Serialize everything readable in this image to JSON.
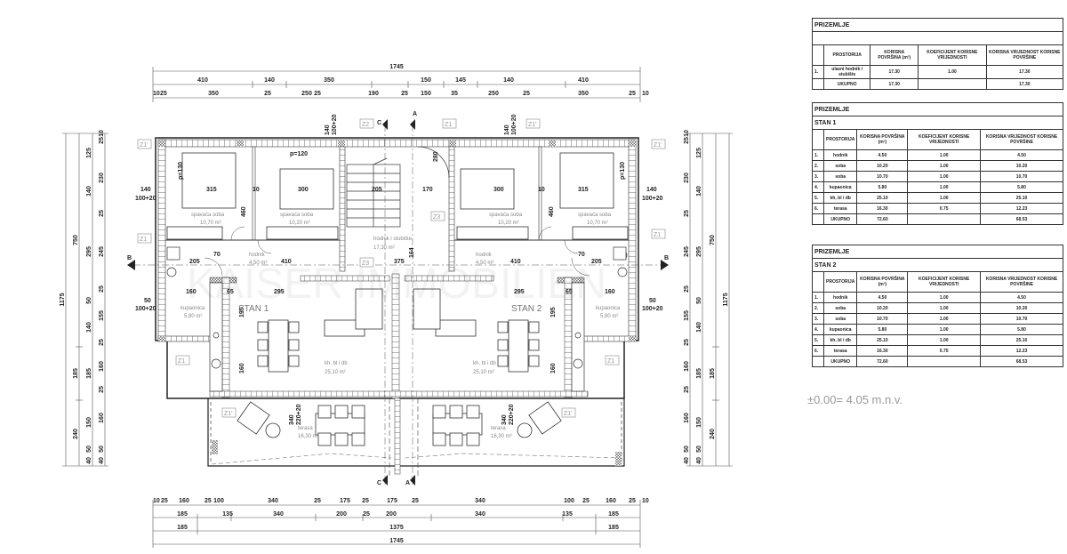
{
  "drawing": {
    "top_dimensions": {
      "overall": "1745",
      "row2": [
        "410",
        "140",
        "350",
        "150",
        "145",
        "140",
        "410"
      ],
      "row3": [
        "10",
        "25",
        "350",
        "25",
        "250",
        "25",
        "190",
        "25",
        "150",
        "35",
        "250",
        "25",
        "350",
        "25",
        "10"
      ]
    },
    "bottom_dimensions": {
      "row1": [
        "10",
        "25",
        "160",
        "25",
        "100",
        "340",
        "25",
        "175",
        "25",
        "175",
        "25",
        "340",
        "100",
        "25",
        "160",
        "25",
        "10"
      ],
      "row2": [
        "185",
        "135",
        "340",
        "200",
        "25",
        "200",
        "340",
        "135",
        "185"
      ],
      "row3": [
        "185",
        "1375",
        "185"
      ],
      "overall": "1745"
    },
    "left_dimensions": {
      "overall": "1175",
      "col2": [
        "750",
        "185",
        "240"
      ],
      "col3": [
        "125",
        "140",
        "295",
        "50",
        "140",
        "185",
        "150",
        "50",
        "40"
      ],
      "col4": [
        "25",
        "10",
        "230",
        "25",
        "245",
        "25",
        "155",
        "25",
        "160",
        "25",
        "160",
        "50",
        "40"
      ]
    },
    "right_dimensions": {
      "overall": "1175",
      "col2": [
        "750",
        "185",
        "240"
      ],
      "col3": [
        "125",
        "140",
        "295",
        "50",
        "140",
        "185",
        "150",
        "50",
        "40"
      ],
      "col4": [
        "25",
        "10",
        "230",
        "25",
        "245",
        "25",
        "155",
        "25",
        "160",
        "25",
        "160",
        "50",
        "40"
      ]
    },
    "window_notes": {
      "left_top": [
        "140",
        "100+20"
      ],
      "left_bottom": [
        "50",
        "100+20"
      ],
      "right_top": [
        "140",
        "100+20"
      ],
      "right_bottom": [
        "50",
        "100+20"
      ],
      "top_left": [
        "140",
        "100+20"
      ],
      "top_right": [
        "140",
        "100+20"
      ],
      "terrace_left": [
        "340",
        "220+20"
      ],
      "terrace_right": [
        "340",
        "220+20"
      ]
    },
    "section_markers": [
      "A",
      "A",
      "C",
      "C",
      "B",
      "B"
    ],
    "tags": [
      "Z1'",
      "Z1",
      "Z1",
      "Z1'",
      "Z2",
      "Z1",
      "Z1'",
      "Z1'",
      "Z1",
      "Z3",
      "Z3",
      "Z1",
      "Z1'"
    ],
    "rooms": {
      "stan1_title": "STAN 1",
      "stan2_title": "STAN 2",
      "bed1_name": "spavaća soba",
      "bed1_area": "10,70 m²",
      "bed2_name": "spavaća soba",
      "bed2_area": "10,20 m²",
      "bed3_name": "spavaća soba",
      "bed3_area": "10,20 m²",
      "bed4_name": "spavaća soba",
      "bed4_area": "10,70 m²",
      "hall1_name": "hodnik",
      "hall1_area": "4,50 m²",
      "hall2_name": "hodnik",
      "hall2_area": "4,50 m²",
      "stair_name": "hodnik i stubište",
      "stair_area": "17,30 m²",
      "bath1_name": "kupaonica",
      "bath1_area": "5,80 m²",
      "bath2_name": "kupaonica",
      "bath2_area": "5,80 m²",
      "liv1_name": "kh, bl i db",
      "liv1_area": "25,10 m²",
      "liv2_name": "kh, bl i db",
      "liv2_area": "25,10 m²",
      "ter1_name": "terasa",
      "ter1_area": "16,30 m²",
      "ter2_name": "terasa",
      "ter2_area": "16,30 m²"
    },
    "inner_dims": {
      "bed1_w": "315",
      "bed2_w": "300",
      "bed3_w": "300",
      "bed4_w": "315",
      "wall10a": "10",
      "wall10b": "10",
      "stair_w": "205",
      "stair_170": "170",
      "hall_410a": "410",
      "hall_410b": "410",
      "d205a": "205",
      "d205b": "205",
      "d70a": "70",
      "d70b": "70",
      "s375": "375",
      "d295a": "295",
      "d295b": "295",
      "d160a": "160",
      "d160b": "160",
      "d65a": "65",
      "d65b": "65",
      "d195a": "195",
      "d195b": "195",
      "d160c": "160",
      "d160d": "160",
      "d460a": "460",
      "d460b": "460",
      "p120": "p=120",
      "p130a": "p=130",
      "p130b": "p=130",
      "d280": "280",
      "d164": "164"
    }
  },
  "tables": [
    {
      "title": "PRIZEMLJE",
      "subtitle": "",
      "headers": [
        "",
        "PROSTORIJA",
        "KORISNA POVRŠINA (m²)",
        "KOEFICIJENT KORISNE VRIJEDNOSTI",
        "KORISNA VRIJEDNOST KORISNE POVRŠINE"
      ],
      "rows": [
        [
          "1.",
          "ulazni hodnik i stubište",
          "17.30",
          "1.00",
          "17.30"
        ]
      ],
      "total": [
        "",
        "UKUPNO",
        "17.30",
        "",
        "17.30"
      ]
    },
    {
      "title": "PRIZEMLJE",
      "subtitle": "STAN 1",
      "headers": [
        "",
        "PROSTORIJA",
        "KORISNA POVRŠINA (m²)",
        "KOEFICIJENT KORISNE VRIJEDNOSTI",
        "KORISNA VRIJEDNOST KORISNE POVRŠINE"
      ],
      "rows": [
        [
          "1.",
          "hodnik",
          "4.50",
          "1.00",
          "4.50"
        ],
        [
          "2.",
          "soba",
          "10.20",
          "1.00",
          "10.20"
        ],
        [
          "3.",
          "soba",
          "10.70",
          "1.00",
          "10.70"
        ],
        [
          "4.",
          "kupaonica",
          "5.80",
          "1.00",
          "5.80"
        ],
        [
          "5.",
          "kh, bl i db",
          "25.10",
          "1.00",
          "25.10"
        ],
        [
          "6.",
          "terasa",
          "16.30",
          "0.75",
          "12.23"
        ]
      ],
      "total": [
        "",
        "UKUPNO",
        "72.60",
        "",
        "68.53"
      ]
    },
    {
      "title": "PRIZEMLJE",
      "subtitle": "STAN 2",
      "headers": [
        "",
        "PROSTORIJA",
        "KORISNA POVRŠINA (m²)",
        "KOEFICIJENT KORISNE VRIJEDNOSTI",
        "KORISNA VRIJEDNOST KORISNE POVRŠINE"
      ],
      "rows": [
        [
          "1.",
          "hodnik",
          "4.50",
          "1.00",
          "4.50"
        ],
        [
          "2.",
          "soba",
          "10.20",
          "1.00",
          "10.20"
        ],
        [
          "3.",
          "soba",
          "10.70",
          "1.00",
          "10.70"
        ],
        [
          "4.",
          "kupaonica",
          "5.80",
          "1.00",
          "5.80"
        ],
        [
          "5.",
          "kh, bl i db",
          "25.10",
          "1.00",
          "25.10"
        ],
        [
          "6.",
          "terasa",
          "16.30",
          "0.75",
          "12.23"
        ]
      ],
      "total": [
        "",
        "UKUPNO",
        "72.60",
        "",
        "68.53"
      ]
    }
  ],
  "level_note": "±0.00= 4.05 m.n.v.",
  "watermark": "KAISER IMMOBILIEN"
}
